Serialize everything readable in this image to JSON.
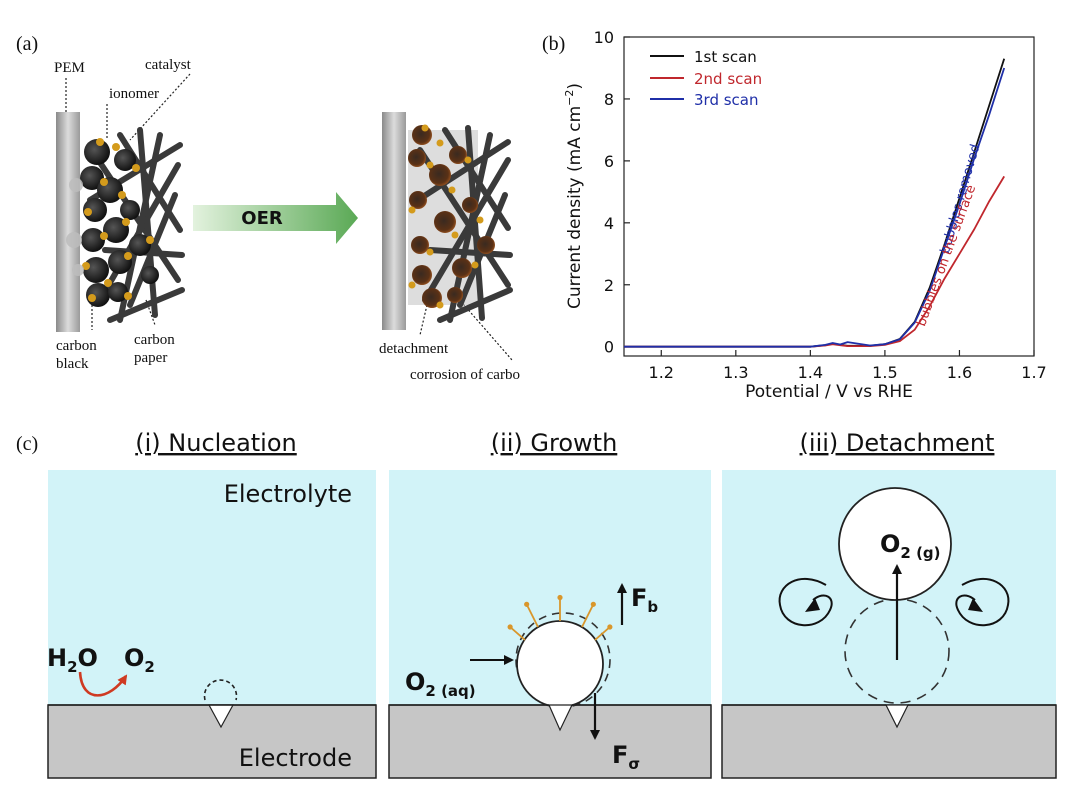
{
  "panel_a": {
    "letter": "(a)",
    "labels": {
      "pem": "PEM",
      "ionomer": "ionomer",
      "catalyst": "catalyst",
      "carbon_black_1": "carbon",
      "carbon_black_2": "black",
      "carbon_paper_1": "carbon",
      "carbon_paper_2": "paper",
      "detachment": "detachment",
      "corrosion": "corrosion of carbo"
    },
    "arrow_label": "OER"
  },
  "panel_b": {
    "letter": "(b)",
    "annotations": {
      "removed": "bubbles removed",
      "surface": "bubbles on the surface"
    }
  },
  "chart_data": {
    "type": "line",
    "xlabel": "Potential / V vs RHE",
    "ylabel_main": "Current density (mA cm",
    "ylabel_sup": "−2",
    "ylabel_close": ")",
    "xlim": [
      1.15,
      1.7
    ],
    "ylim": [
      -0.3,
      10
    ],
    "x_ticks": [
      "1.2",
      "1.3",
      "1.4",
      "1.5",
      "1.6",
      "1.7"
    ],
    "x_tick_values": [
      1.2,
      1.3,
      1.4,
      1.5,
      1.6,
      1.7
    ],
    "y_ticks": [
      "0",
      "2",
      "4",
      "6",
      "8",
      "10"
    ],
    "y_tick_values": [
      0,
      2,
      4,
      6,
      8,
      10
    ],
    "legend_position": "top-left",
    "series": [
      {
        "name": "1st scan",
        "color": "#111111",
        "x": [
          1.15,
          1.4,
          1.42,
          1.43,
          1.44,
          1.45,
          1.48,
          1.5,
          1.52,
          1.54,
          1.56,
          1.58,
          1.6,
          1.62,
          1.64,
          1.66
        ],
        "y": [
          0.0,
          0.0,
          0.05,
          0.1,
          0.06,
          0.03,
          0.03,
          0.08,
          0.25,
          0.8,
          1.9,
          3.3,
          4.8,
          6.3,
          7.8,
          9.3
        ]
      },
      {
        "name": "2nd scan",
        "color": "#c0272d",
        "x": [
          1.15,
          1.4,
          1.42,
          1.43,
          1.44,
          1.45,
          1.48,
          1.5,
          1.52,
          1.54,
          1.56,
          1.58,
          1.6,
          1.62,
          1.64,
          1.66
        ],
        "y": [
          0.0,
          0.0,
          0.04,
          0.08,
          0.05,
          0.02,
          0.02,
          0.06,
          0.18,
          0.55,
          1.3,
          2.2,
          3.0,
          3.8,
          4.7,
          5.5
        ]
      },
      {
        "name": "3rd scan",
        "color": "#1f2fa8",
        "x": [
          1.15,
          1.4,
          1.42,
          1.43,
          1.44,
          1.45,
          1.48,
          1.5,
          1.52,
          1.54,
          1.56,
          1.58,
          1.6,
          1.62,
          1.64,
          1.66
        ],
        "y": [
          0.0,
          0.0,
          0.06,
          0.12,
          0.07,
          0.15,
          0.04,
          0.08,
          0.24,
          0.78,
          1.8,
          3.2,
          4.6,
          6.1,
          7.5,
          9.0
        ]
      }
    ]
  },
  "panel_c": {
    "letter": "(c)",
    "titles": {
      "nucleation": "(i) Nucleation",
      "growth": "(ii) Growth",
      "detachment": "(iii) Detachment"
    },
    "electrolyte": "Electrolyte",
    "electrode": "Electrode",
    "h2o_main": "H",
    "h2o_sub": "2",
    "h2o_tail": "O",
    "o2_main": "O",
    "o2_sub": "2",
    "o2aq_main": "O",
    "o2aq_sub": "2 (aq)",
    "fb_main": "F",
    "fb_sub": "b",
    "fs_main": "F",
    "fs_sub": "σ",
    "o2g_main": "O",
    "o2g_sub": "2 (g)"
  },
  "colors": {
    "electrolyte": "#d2f3f8",
    "electrode": "#c6c6c6",
    "arrow_green": "#6fb66a",
    "series_black": "#111111",
    "series_red": "#c0272d",
    "series_blue": "#1f2fa8",
    "reaction_arrow": "#cf3a22",
    "growth_spokes": "#d9962b"
  }
}
